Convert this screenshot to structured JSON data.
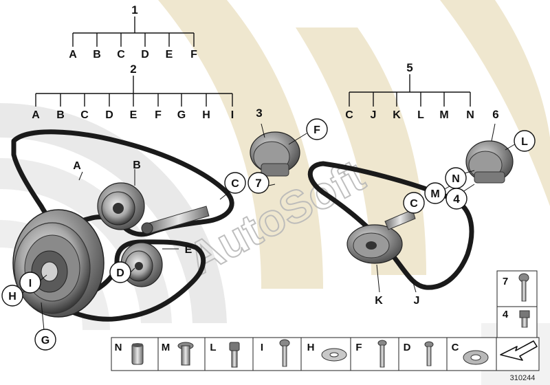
{
  "colors": {
    "background_tan": "#efe7cf",
    "background_grey": "#e9e9e9",
    "belt": "#1a1a1a"
  },
  "watermark": "AutoSoft",
  "ref_number": "310244",
  "tree1": {
    "number": "1",
    "letters": [
      "A",
      "B",
      "C",
      "D",
      "E",
      "F"
    ]
  },
  "tree2": {
    "number": "2",
    "letters": [
      "A",
      "B",
      "C",
      "D",
      "E",
      "F",
      "G",
      "H",
      "I"
    ]
  },
  "tree5": {
    "number": "5",
    "letters": [
      "C",
      "J",
      "K",
      "L",
      "M",
      "N"
    ]
  },
  "labels": {
    "a": "A",
    "b": "B",
    "c1": "C",
    "c2": "C",
    "d": "D",
    "e": "E",
    "f": "F",
    "g": "G",
    "h": "H",
    "i": "I",
    "j": "J",
    "k": "K",
    "l": "L",
    "m": "M",
    "n": "N",
    "n3": "3",
    "n4": "4",
    "n6": "6",
    "n7": "7"
  },
  "bottom_parts": [
    "N",
    "M",
    "L",
    "I",
    "H",
    "F",
    "D",
    "C"
  ],
  "side_parts": [
    "7",
    "4"
  ],
  "icons": {
    "nav": "arrow-icon"
  }
}
